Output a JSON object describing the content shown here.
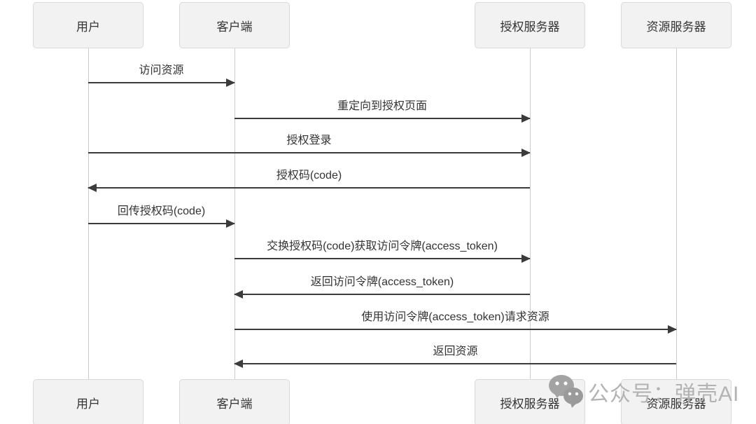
{
  "diagram": {
    "type": "sequence",
    "actors": [
      {
        "id": "user",
        "label": "用户"
      },
      {
        "id": "client",
        "label": "客户端"
      },
      {
        "id": "auth-server",
        "label": "授权服务器"
      },
      {
        "id": "resource-server",
        "label": "资源服务器"
      }
    ],
    "messages": [
      {
        "label": "访问资源",
        "from": "用户",
        "to": "客户端",
        "direction": "right"
      },
      {
        "label": "重定向到授权页面",
        "from": "客户端",
        "to": "授权服务器",
        "direction": "right"
      },
      {
        "label": "授权登录",
        "from": "用户",
        "to": "授权服务器",
        "direction": "right"
      },
      {
        "label": "授权码(code)",
        "from": "授权服务器",
        "to": "用户",
        "direction": "left"
      },
      {
        "label": "回传授权码(code)",
        "from": "用户",
        "to": "客户端",
        "direction": "right"
      },
      {
        "label": "交换授权码(code)获取访问令牌(access_token)",
        "from": "客户端",
        "to": "授权服务器",
        "direction": "right"
      },
      {
        "label": "返回访问令牌(access_token)",
        "from": "授权服务器",
        "to": "客户端",
        "direction": "left"
      },
      {
        "label": "使用访问令牌(access_token)请求资源",
        "from": "客户端",
        "to": "资源服务器",
        "direction": "right"
      },
      {
        "label": "返回资源",
        "from": "资源服务器",
        "to": "客户端",
        "direction": "left"
      }
    ],
    "watermark": {
      "icon": "wechat-icon",
      "text": "公众号：弹壳AI",
      "color": "#b3b3b3"
    },
    "colors": {
      "actor_fill": "#f2f2f2",
      "actor_border": "#d9d9d9",
      "lifeline": "#cccccc",
      "arrow": "#3b3b3b",
      "text": "#333333"
    }
  }
}
